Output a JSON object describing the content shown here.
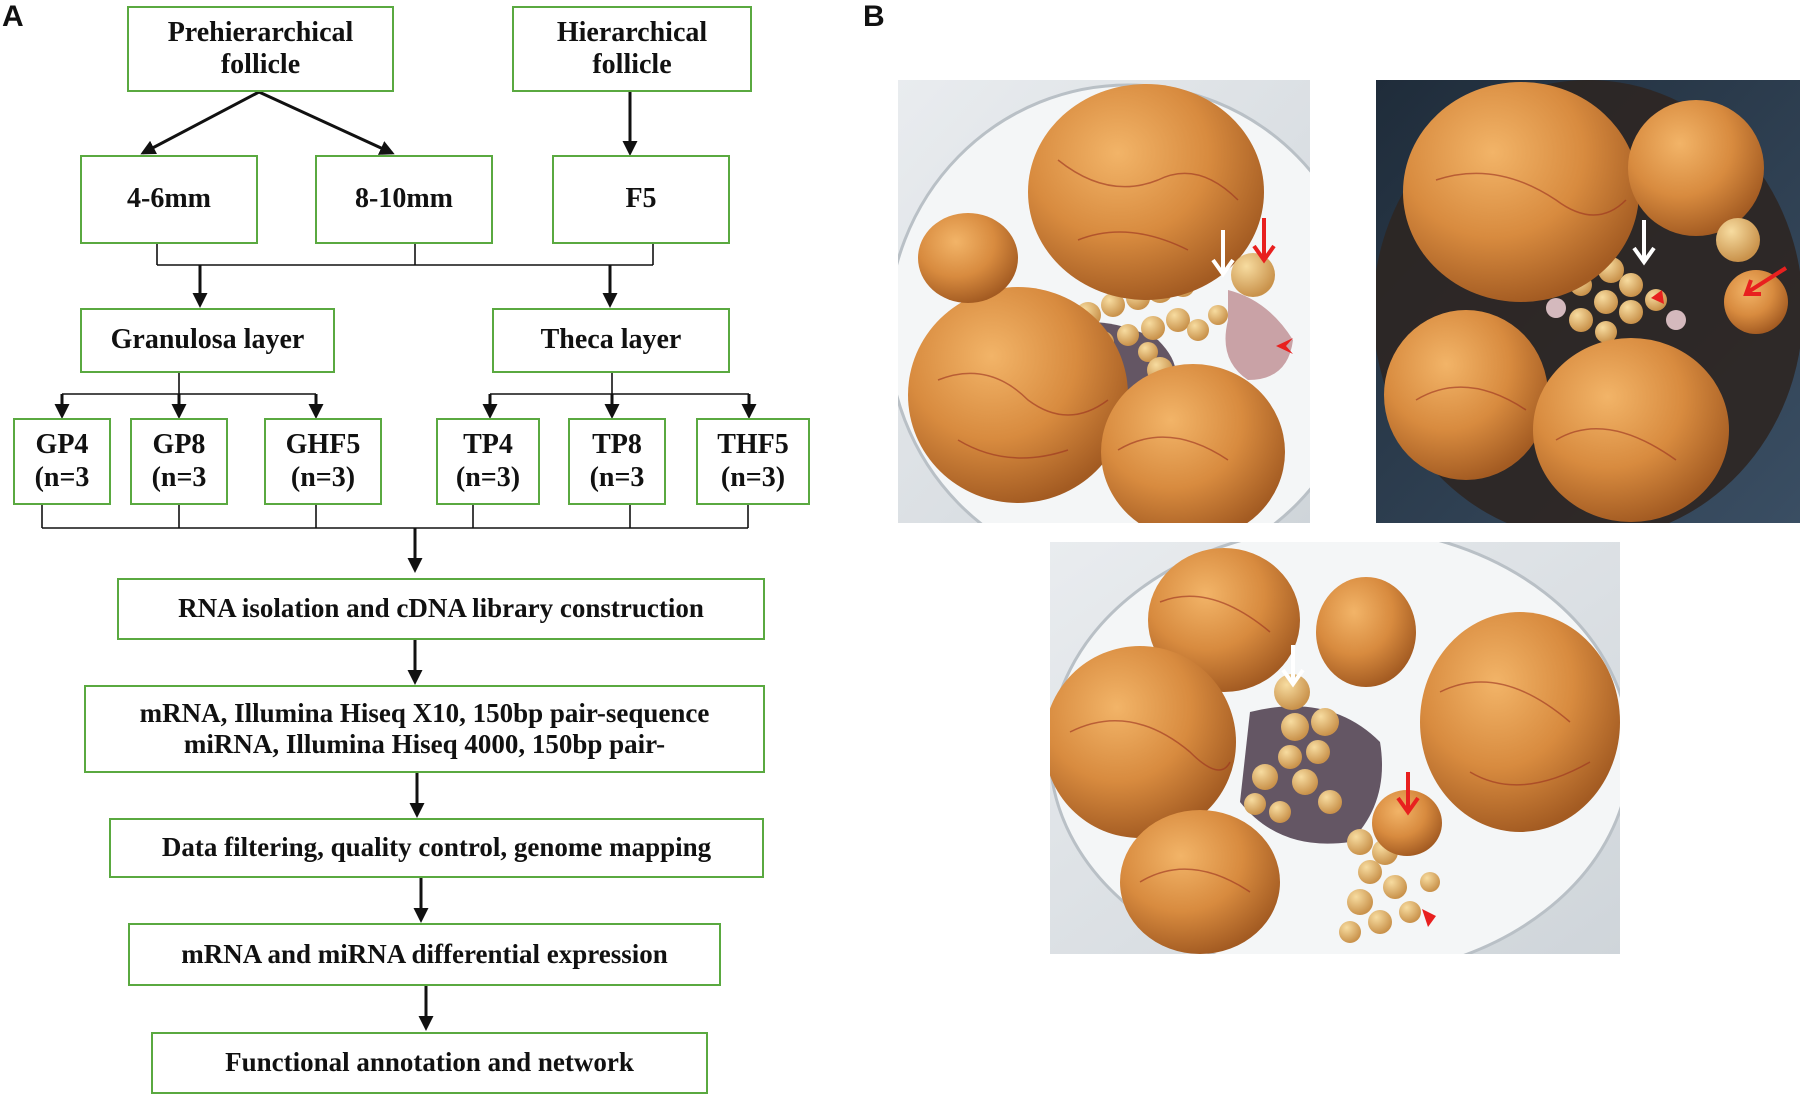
{
  "panel_a": {
    "label": "A",
    "top_prehierarchical": {
      "line1": "Prehierarchical",
      "line2": "follicle"
    },
    "top_hierarchical": {
      "line1": "Hierarchical",
      "line2": "follicle"
    },
    "size_4_6": "4-6mm",
    "size_8_10": "8-10mm",
    "size_f5": "F5",
    "granulosa": "Granulosa layer",
    "theca": "Theca layer",
    "groups": [
      {
        "name": "GP4",
        "n": "(n=3"
      },
      {
        "name": "GP8",
        "n": "(n=3"
      },
      {
        "name": "GHF5",
        "n": "(n=3)"
      },
      {
        "name": "TP4",
        "n": "(n=3)"
      },
      {
        "name": "TP8",
        "n": "(n=3"
      },
      {
        "name": "THF5",
        "n": "(n=3)"
      }
    ],
    "step_rna": "RNA isolation and cDNA library construction",
    "step_seq": {
      "line1": "mRNA, Illumina Hiseq X10, 150bp pair-sequence",
      "line2": "miRNA, Illumina Hiseq 4000, 150bp pair-"
    },
    "step_filter": "Data filtering, quality control, genome mapping",
    "step_de": "mRNA and miRNA differential expression",
    "step_func": "Functional annotation and network"
  },
  "panel_b": {
    "label": "B",
    "photos": [
      "photo-top-left",
      "photo-top-right",
      "photo-bottom"
    ]
  },
  "colors": {
    "box_border": "#5aa940",
    "arrow": "#111111",
    "follicle_orange": "#d88b3f",
    "red_marker": "#e8201f",
    "white_marker": "#ffffff"
  }
}
